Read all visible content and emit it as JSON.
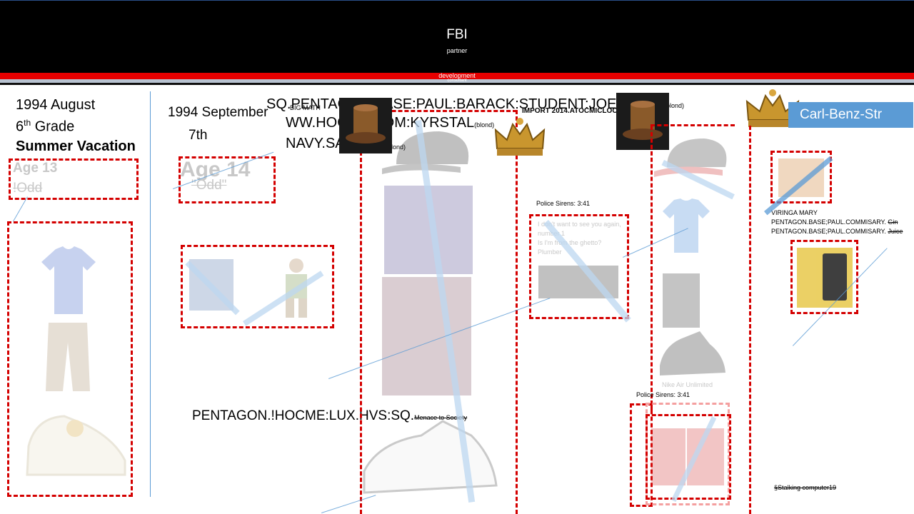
{
  "header": {
    "title": "FBI",
    "subtitle": "partner",
    "bar_label": "development",
    "bar_label_2": "consultant"
  },
  "col1": {
    "line1": "1994 August",
    "grade_num": "6",
    "grade_sup": "th",
    "grade_word": " Grade",
    "line3": "Summer Vacation",
    "age": "Age 13",
    "odd": "!Odd"
  },
  "col2": {
    "line1": "1994 September",
    "line2": "7th",
    "age": "Age 14",
    "odd": "\"Odd\""
  },
  "codes": {
    "line1": "SQ.PENTAGON.BASE:PAUL:BARACK:STUDENT:JOEL:",
    "line1_small": "BIG MATH",
    "line2": "WW.HOCME.COM:KYRSTAL",
    "line2_small": "(blond)",
    "line3": "NAVY.SA",
    "line3_small": "(blond)",
    "import_label": "IMPORT 2014.ATOCMICLOCK",
    "right_small": "(blond)"
  },
  "pentagon_line": {
    "main": "PENTAGON.!HOCME:LUX.HVS:SQ.",
    "small": "Menace to Society"
  },
  "police1": "Police Sirens: 3:41",
  "police_text": [
    "I don't want to see you again,",
    "number 1",
    "Is I'm from the ghetto?",
    "Plumber"
  ],
  "police2": "Police Sirens: 3:41",
  "nike_label": "Nike Air Unlimited",
  "street_button": "Carl-Benz-Str",
  "right_notes": {
    "line1": "VIRINGA MARY",
    "line2a": "PENTAGON.BASE;PAUL.COMMISARY.",
    "line2b": "Gin",
    "line3a": "PENTAGON.BASE;PAUL.COMMISARY.",
    "line3b": "Juice"
  },
  "stalking": "§Stalking computer19",
  "colors": {
    "header_bg": "#000000",
    "accent_red": "#e60000",
    "dash_red": "#d40000",
    "button_blue": "#5b9bd5"
  }
}
